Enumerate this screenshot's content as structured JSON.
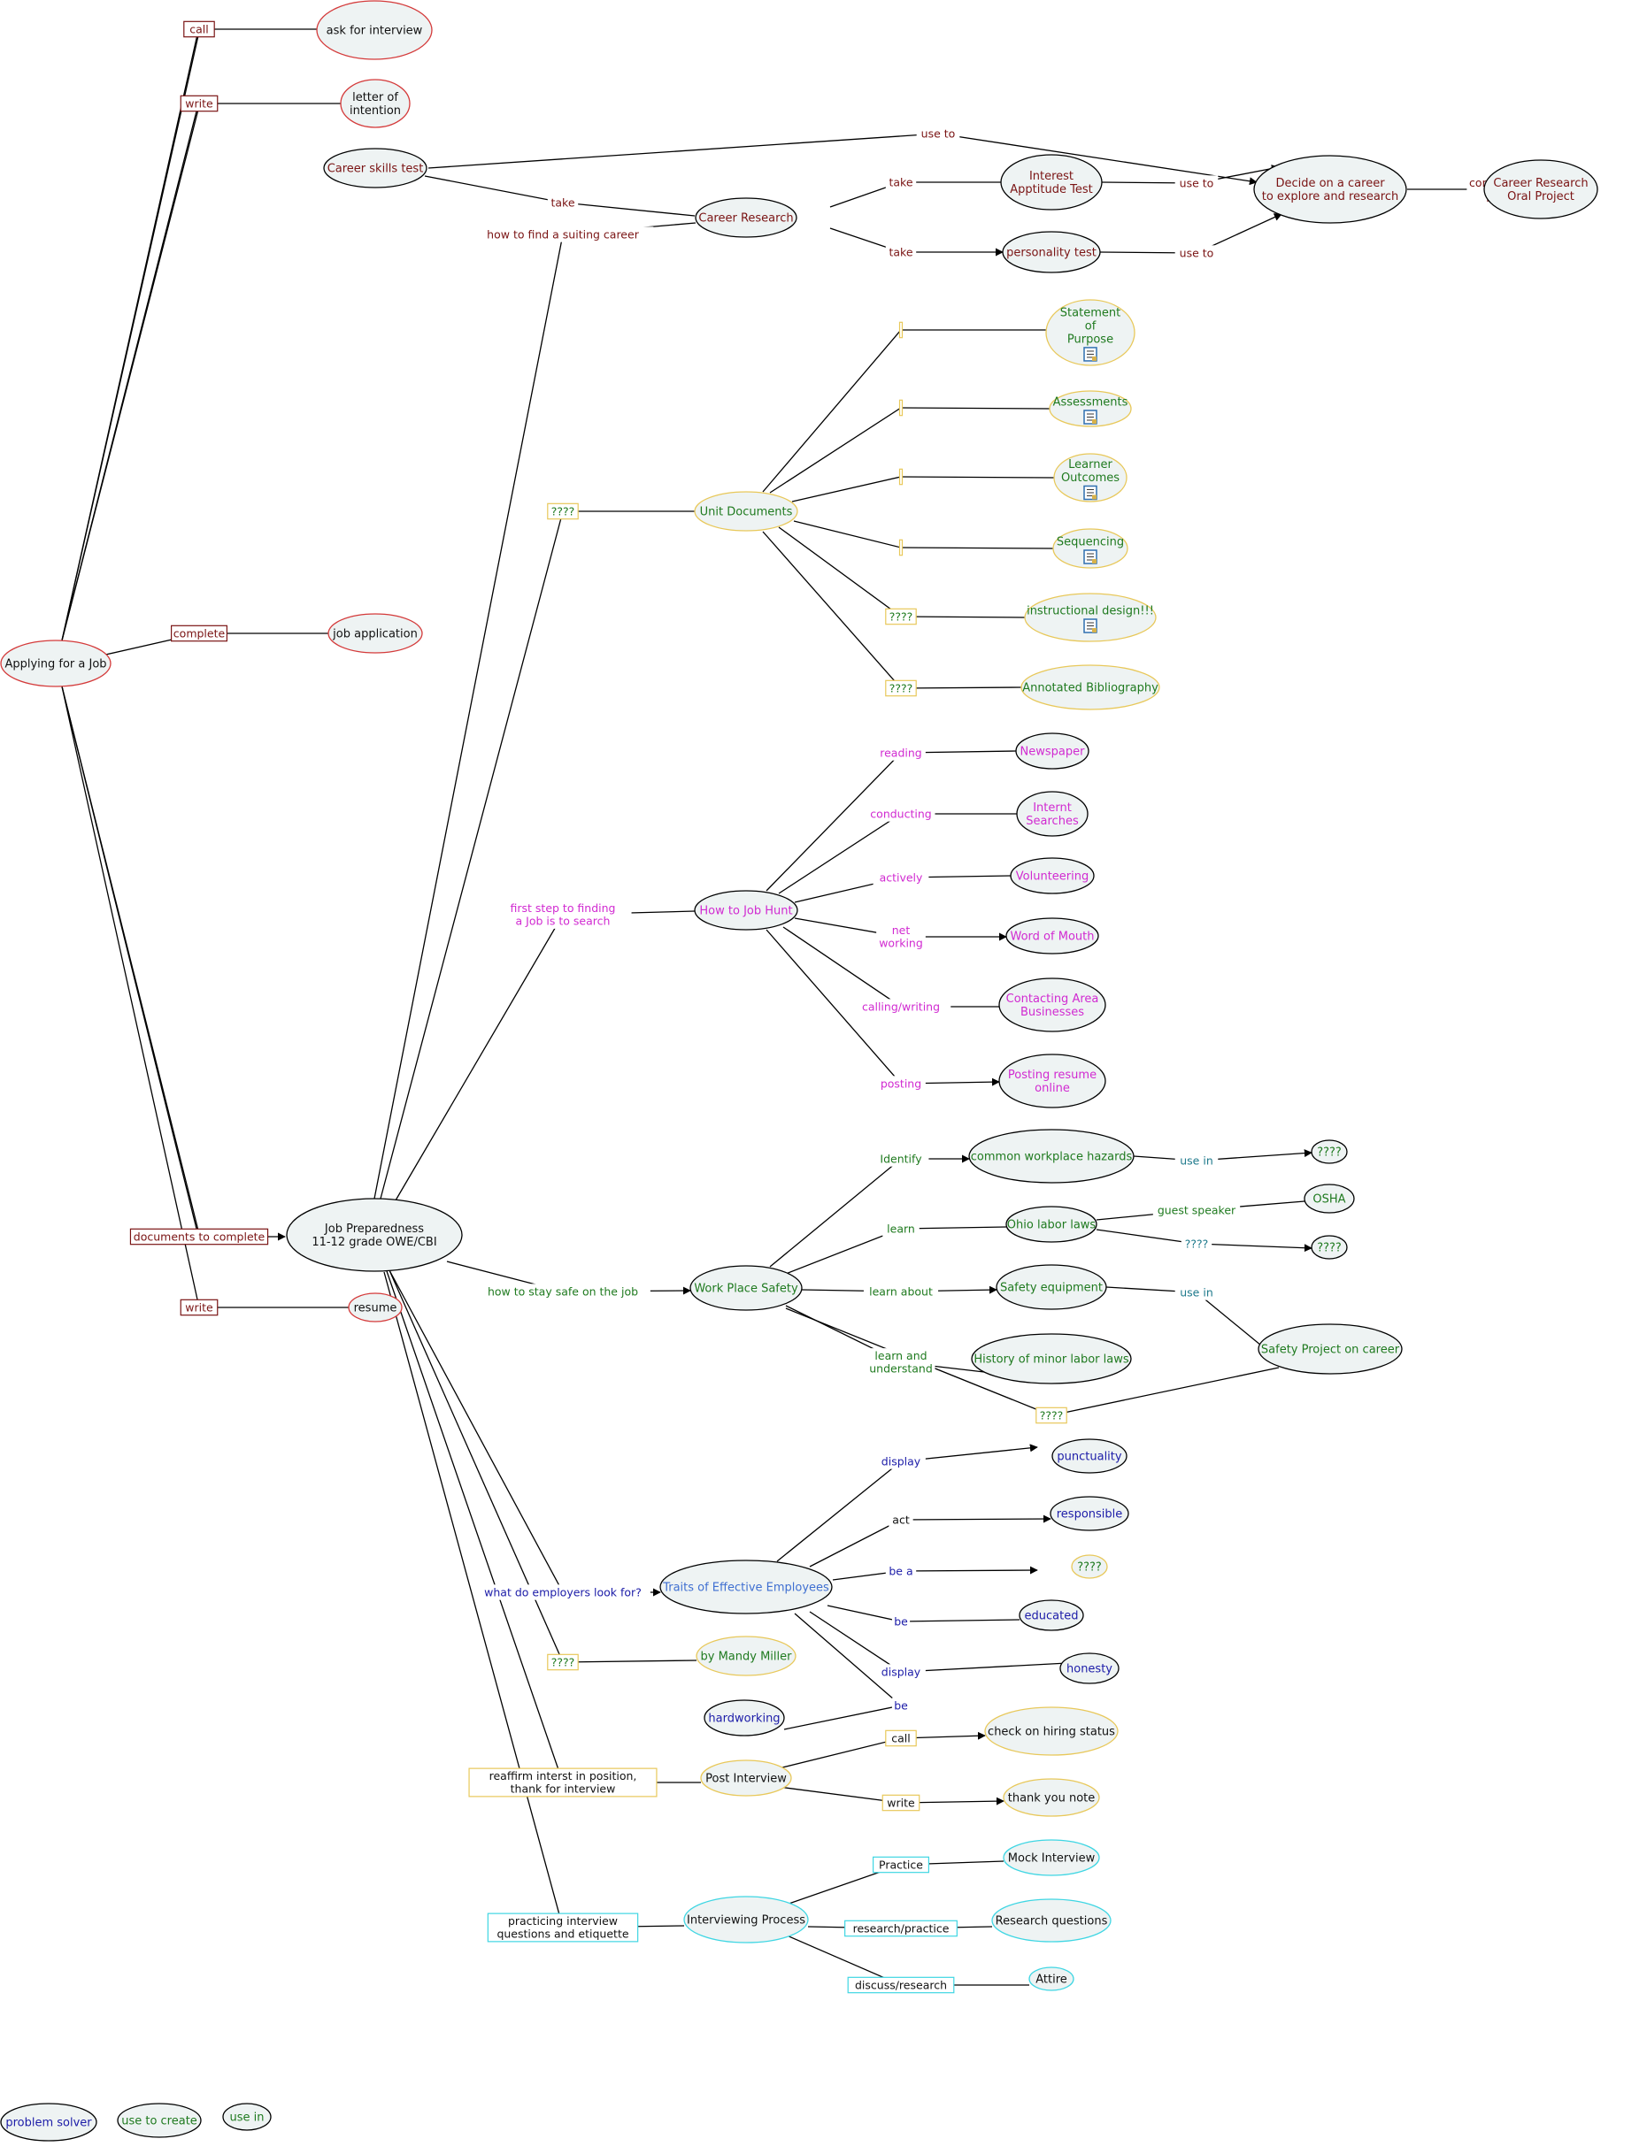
{
  "colors": {
    "node_fill": "#eef3f3",
    "line": "#000000",
    "dark_red": "#7a1414",
    "red": "#d43a3a",
    "green": "#1f7a1f",
    "magenta": "#d12ad1",
    "navy": "#1c1ca8",
    "teal": "#1f7a8c",
    "orange": "#e8c85a",
    "cyan": "#3fd6e3",
    "black": "#111111",
    "doc_icon": "#2f6fb0"
  },
  "nodes": [
    {
      "id": "applying",
      "text": "Applying for a Job",
      "color": "black",
      "border": "red"
    },
    {
      "id": "ask_interview",
      "text": "ask  for interview",
      "color": "black",
      "border": "red"
    },
    {
      "id": "letter_intention",
      "text": "letter of\nintention",
      "color": "black",
      "border": "red"
    },
    {
      "id": "job_application",
      "text": "job application",
      "color": "black",
      "border": "red"
    },
    {
      "id": "resume",
      "text": "resume",
      "color": "black",
      "border": "red"
    },
    {
      "id": "job_prep",
      "text": "Job Preparedness\n11-12 grade OWE/CBI",
      "color": "black",
      "border": "black"
    },
    {
      "id": "career_skills",
      "text": "Career skills test",
      "color": "dark_red",
      "border": "black"
    },
    {
      "id": "career_research",
      "text": "Career Research",
      "color": "dark_red",
      "border": "black"
    },
    {
      "id": "interest_apt",
      "text": "Interest\nApptitude Test",
      "color": "dark_red",
      "border": "black"
    },
    {
      "id": "personality",
      "text": "personality test",
      "color": "dark_red",
      "border": "black"
    },
    {
      "id": "decide",
      "text": "Decide on a career\nto explore and research",
      "color": "dark_red",
      "border": "black"
    },
    {
      "id": "oral_project",
      "text": "Career Research\nOral Project",
      "color": "dark_red",
      "border": "black"
    },
    {
      "id": "unit_docs",
      "text": "Unit Documents",
      "color": "green",
      "border": "orange"
    },
    {
      "id": "statement",
      "text": "Statement\nof\nPurpose",
      "color": "green",
      "border": "orange",
      "doc_icon": true
    },
    {
      "id": "assessments",
      "text": "Assessments",
      "color": "green",
      "border": "orange",
      "doc_icon": true
    },
    {
      "id": "learner",
      "text": "Learner\nOutcomes",
      "color": "green",
      "border": "orange",
      "doc_icon": true
    },
    {
      "id": "sequencing",
      "text": "Sequencing",
      "color": "green",
      "border": "orange",
      "doc_icon": true
    },
    {
      "id": "instructional",
      "text": "instructional design!!!",
      "color": "green",
      "border": "orange",
      "doc_icon": true
    },
    {
      "id": "annotated",
      "text": "Annotated Bibliography",
      "color": "green",
      "border": "orange"
    },
    {
      "id": "job_hunt",
      "text": "How to Job Hunt",
      "color": "magenta",
      "border": "black"
    },
    {
      "id": "newspaper",
      "text": "Newspaper",
      "color": "magenta",
      "border": "black"
    },
    {
      "id": "internt",
      "text": "Internt\nSearches",
      "color": "magenta",
      "border": "black"
    },
    {
      "id": "volunteering",
      "text": "Volunteering",
      "color": "magenta",
      "border": "black"
    },
    {
      "id": "word_mouth",
      "text": "Word of Mouth",
      "color": "magenta",
      "border": "black"
    },
    {
      "id": "contacting",
      "text": "Contacting Area\nBusinesses",
      "color": "magenta",
      "border": "black"
    },
    {
      "id": "posting_resume",
      "text": "Posting resume\nonline",
      "color": "magenta",
      "border": "black"
    },
    {
      "id": "workplace_safety",
      "text": "Work Place Safety",
      "color": "green",
      "border": "black"
    },
    {
      "id": "hazards",
      "text": "common workplace hazards",
      "color": "green",
      "border": "black"
    },
    {
      "id": "q_hazards",
      "text": "????",
      "color": "green",
      "border": "black"
    },
    {
      "id": "ohio",
      "text": "Ohio labor laws",
      "color": "green",
      "border": "black"
    },
    {
      "id": "osha",
      "text": "OSHA",
      "color": "green",
      "border": "black"
    },
    {
      "id": "q_ohio",
      "text": "????",
      "color": "green",
      "border": "black"
    },
    {
      "id": "safety_equip",
      "text": "Safety equipment",
      "color": "green",
      "border": "black"
    },
    {
      "id": "safety_project",
      "text": "Safety Project on career",
      "color": "green",
      "border": "black"
    },
    {
      "id": "minor_laws",
      "text": "History of minor labor laws",
      "color": "green",
      "border": "black"
    },
    {
      "id": "traits",
      "text": "Traits of Effective Employees",
      "color": "blue",
      "border": "black"
    },
    {
      "id": "punctuality",
      "text": "punctuality",
      "color": "navy",
      "border": "black"
    },
    {
      "id": "responsible",
      "text": "responsible",
      "color": "navy",
      "border": "black"
    },
    {
      "id": "q_traits",
      "text": "????",
      "color": "green",
      "border": "orange"
    },
    {
      "id": "educated",
      "text": "educated",
      "color": "navy",
      "border": "black"
    },
    {
      "id": "honesty",
      "text": "honesty",
      "color": "navy",
      "border": "black"
    },
    {
      "id": "hardworking",
      "text": "hardworking",
      "color": "navy",
      "border": "black"
    },
    {
      "id": "mandy",
      "text": "by Mandy Miller",
      "color": "green",
      "border": "orange"
    },
    {
      "id": "post_interview",
      "text": "Post Interview",
      "color": "black",
      "border": "orange"
    },
    {
      "id": "check_hiring",
      "text": "check on hiring status",
      "color": "black",
      "border": "orange"
    },
    {
      "id": "thank_you",
      "text": "thank you note",
      "color": "black",
      "border": "orange"
    },
    {
      "id": "interviewing",
      "text": "Interviewing Process",
      "color": "black",
      "border": "cyan"
    },
    {
      "id": "mock",
      "text": "Mock Interview",
      "color": "black",
      "border": "cyan"
    },
    {
      "id": "research_q",
      "text": "Research questions",
      "color": "black",
      "border": "cyan"
    },
    {
      "id": "attire",
      "text": "Attire",
      "color": "black",
      "border": "cyan"
    },
    {
      "id": "legend_problem",
      "text": "problem solver",
      "color": "navy",
      "border": "black"
    },
    {
      "id": "legend_create",
      "text": "use to create",
      "color": "green",
      "border": "black"
    },
    {
      "id": "legend_use_in",
      "text": "use in",
      "color": "green",
      "border": "black"
    }
  ],
  "links": [
    {
      "id": "l_call",
      "text": "call",
      "color": "dark_red",
      "boxed": "dark_red"
    },
    {
      "id": "l_write1",
      "text": "write",
      "color": "dark_red",
      "boxed": "dark_red"
    },
    {
      "id": "l_complete",
      "text": "complete",
      "color": "dark_red",
      "boxed": "dark_red"
    },
    {
      "id": "l_docs",
      "text": "documents to complete",
      "color": "dark_red",
      "boxed": "dark_red"
    },
    {
      "id": "l_write2",
      "text": "write",
      "color": "dark_red",
      "boxed": "dark_red"
    },
    {
      "id": "l_use_to_top",
      "text": "use to",
      "color": "dark_red"
    },
    {
      "id": "l_take1",
      "text": "take",
      "color": "dark_red"
    },
    {
      "id": "l_how_find",
      "text": "how to find a suiting career",
      "color": "dark_red"
    },
    {
      "id": "l_take2",
      "text": "take",
      "color": "dark_red"
    },
    {
      "id": "l_take3",
      "text": "take",
      "color": "dark_red"
    },
    {
      "id": "l_use_to2",
      "text": "use to",
      "color": "dark_red"
    },
    {
      "id": "l_use_to3",
      "text": "use to",
      "color": "dark_red"
    },
    {
      "id": "l_complete_present",
      "text": "complete and\npresent",
      "color": "dark_red"
    },
    {
      "id": "l_q_unit",
      "text": "????",
      "color": "green",
      "boxed": "orange"
    },
    {
      "id": "l_ud1",
      "text": "",
      "color": "green",
      "boxed": "orange"
    },
    {
      "id": "l_ud2",
      "text": "",
      "color": "green",
      "boxed": "orange"
    },
    {
      "id": "l_ud3",
      "text": "",
      "color": "green",
      "boxed": "orange"
    },
    {
      "id": "l_ud4",
      "text": "",
      "color": "green",
      "boxed": "orange"
    },
    {
      "id": "l_ud5",
      "text": "????",
      "color": "green",
      "boxed": "orange"
    },
    {
      "id": "l_ud6",
      "text": "????",
      "color": "green",
      "boxed": "orange"
    },
    {
      "id": "l_first_step",
      "text": "first step to finding\na Job is to search",
      "color": "magenta"
    },
    {
      "id": "l_reading",
      "text": "reading",
      "color": "magenta"
    },
    {
      "id": "l_conducting",
      "text": "conducting",
      "color": "magenta"
    },
    {
      "id": "l_actively",
      "text": "actively",
      "color": "magenta"
    },
    {
      "id": "l_networking",
      "text": "net\nworking",
      "color": "magenta"
    },
    {
      "id": "l_calling",
      "text": "calling/writing",
      "color": "magenta"
    },
    {
      "id": "l_posting",
      "text": "posting",
      "color": "magenta"
    },
    {
      "id": "l_stay_safe",
      "text": "how to stay safe on the job",
      "color": "green"
    },
    {
      "id": "l_identify",
      "text": "Identify",
      "color": "green"
    },
    {
      "id": "l_use_in1",
      "text": "use in",
      "color": "teal"
    },
    {
      "id": "l_learn",
      "text": "learn",
      "color": "green"
    },
    {
      "id": "l_guest",
      "text": "guest speaker",
      "color": "green"
    },
    {
      "id": "l_q_ohio",
      "text": "????",
      "color": "teal"
    },
    {
      "id": "l_learn_about",
      "text": "learn about",
      "color": "green"
    },
    {
      "id": "l_use_in2",
      "text": "use in",
      "color": "teal"
    },
    {
      "id": "l_learn_understand",
      "text": "learn and\nunderstand",
      "color": "green"
    },
    {
      "id": "l_q_safety",
      "text": "????",
      "color": "green",
      "boxed": "orange"
    },
    {
      "id": "l_what_employers",
      "text": "what do employers look for?",
      "color": "navy"
    },
    {
      "id": "l_display1",
      "text": "display",
      "color": "navy"
    },
    {
      "id": "l_act",
      "text": "act",
      "color": "black"
    },
    {
      "id": "l_be_a",
      "text": "be a",
      "color": "navy"
    },
    {
      "id": "l_be1",
      "text": "be",
      "color": "navy"
    },
    {
      "id": "l_display2",
      "text": "display",
      "color": "navy"
    },
    {
      "id": "l_be2",
      "text": "be",
      "color": "navy"
    },
    {
      "id": "l_q_mandy",
      "text": "????",
      "color": "green",
      "boxed": "orange"
    },
    {
      "id": "l_reaffirm",
      "text": "reaffirm interst in position,\nthank for interview",
      "color": "black",
      "boxed": "orange"
    },
    {
      "id": "l_call2",
      "text": "call",
      "color": "black",
      "boxed": "orange"
    },
    {
      "id": "l_write3",
      "text": "write",
      "color": "black",
      "boxed": "orange"
    },
    {
      "id": "l_practicing",
      "text": "practicing interview\nquestions and etiquette",
      "color": "black",
      "boxed": "cyan"
    },
    {
      "id": "l_practice",
      "text": "Practice",
      "color": "black",
      "boxed": "cyan"
    },
    {
      "id": "l_research_practice",
      "text": "research/practice",
      "color": "black",
      "boxed": "cyan"
    },
    {
      "id": "l_discuss",
      "text": "discuss/research",
      "color": "black",
      "boxed": "cyan"
    }
  ]
}
